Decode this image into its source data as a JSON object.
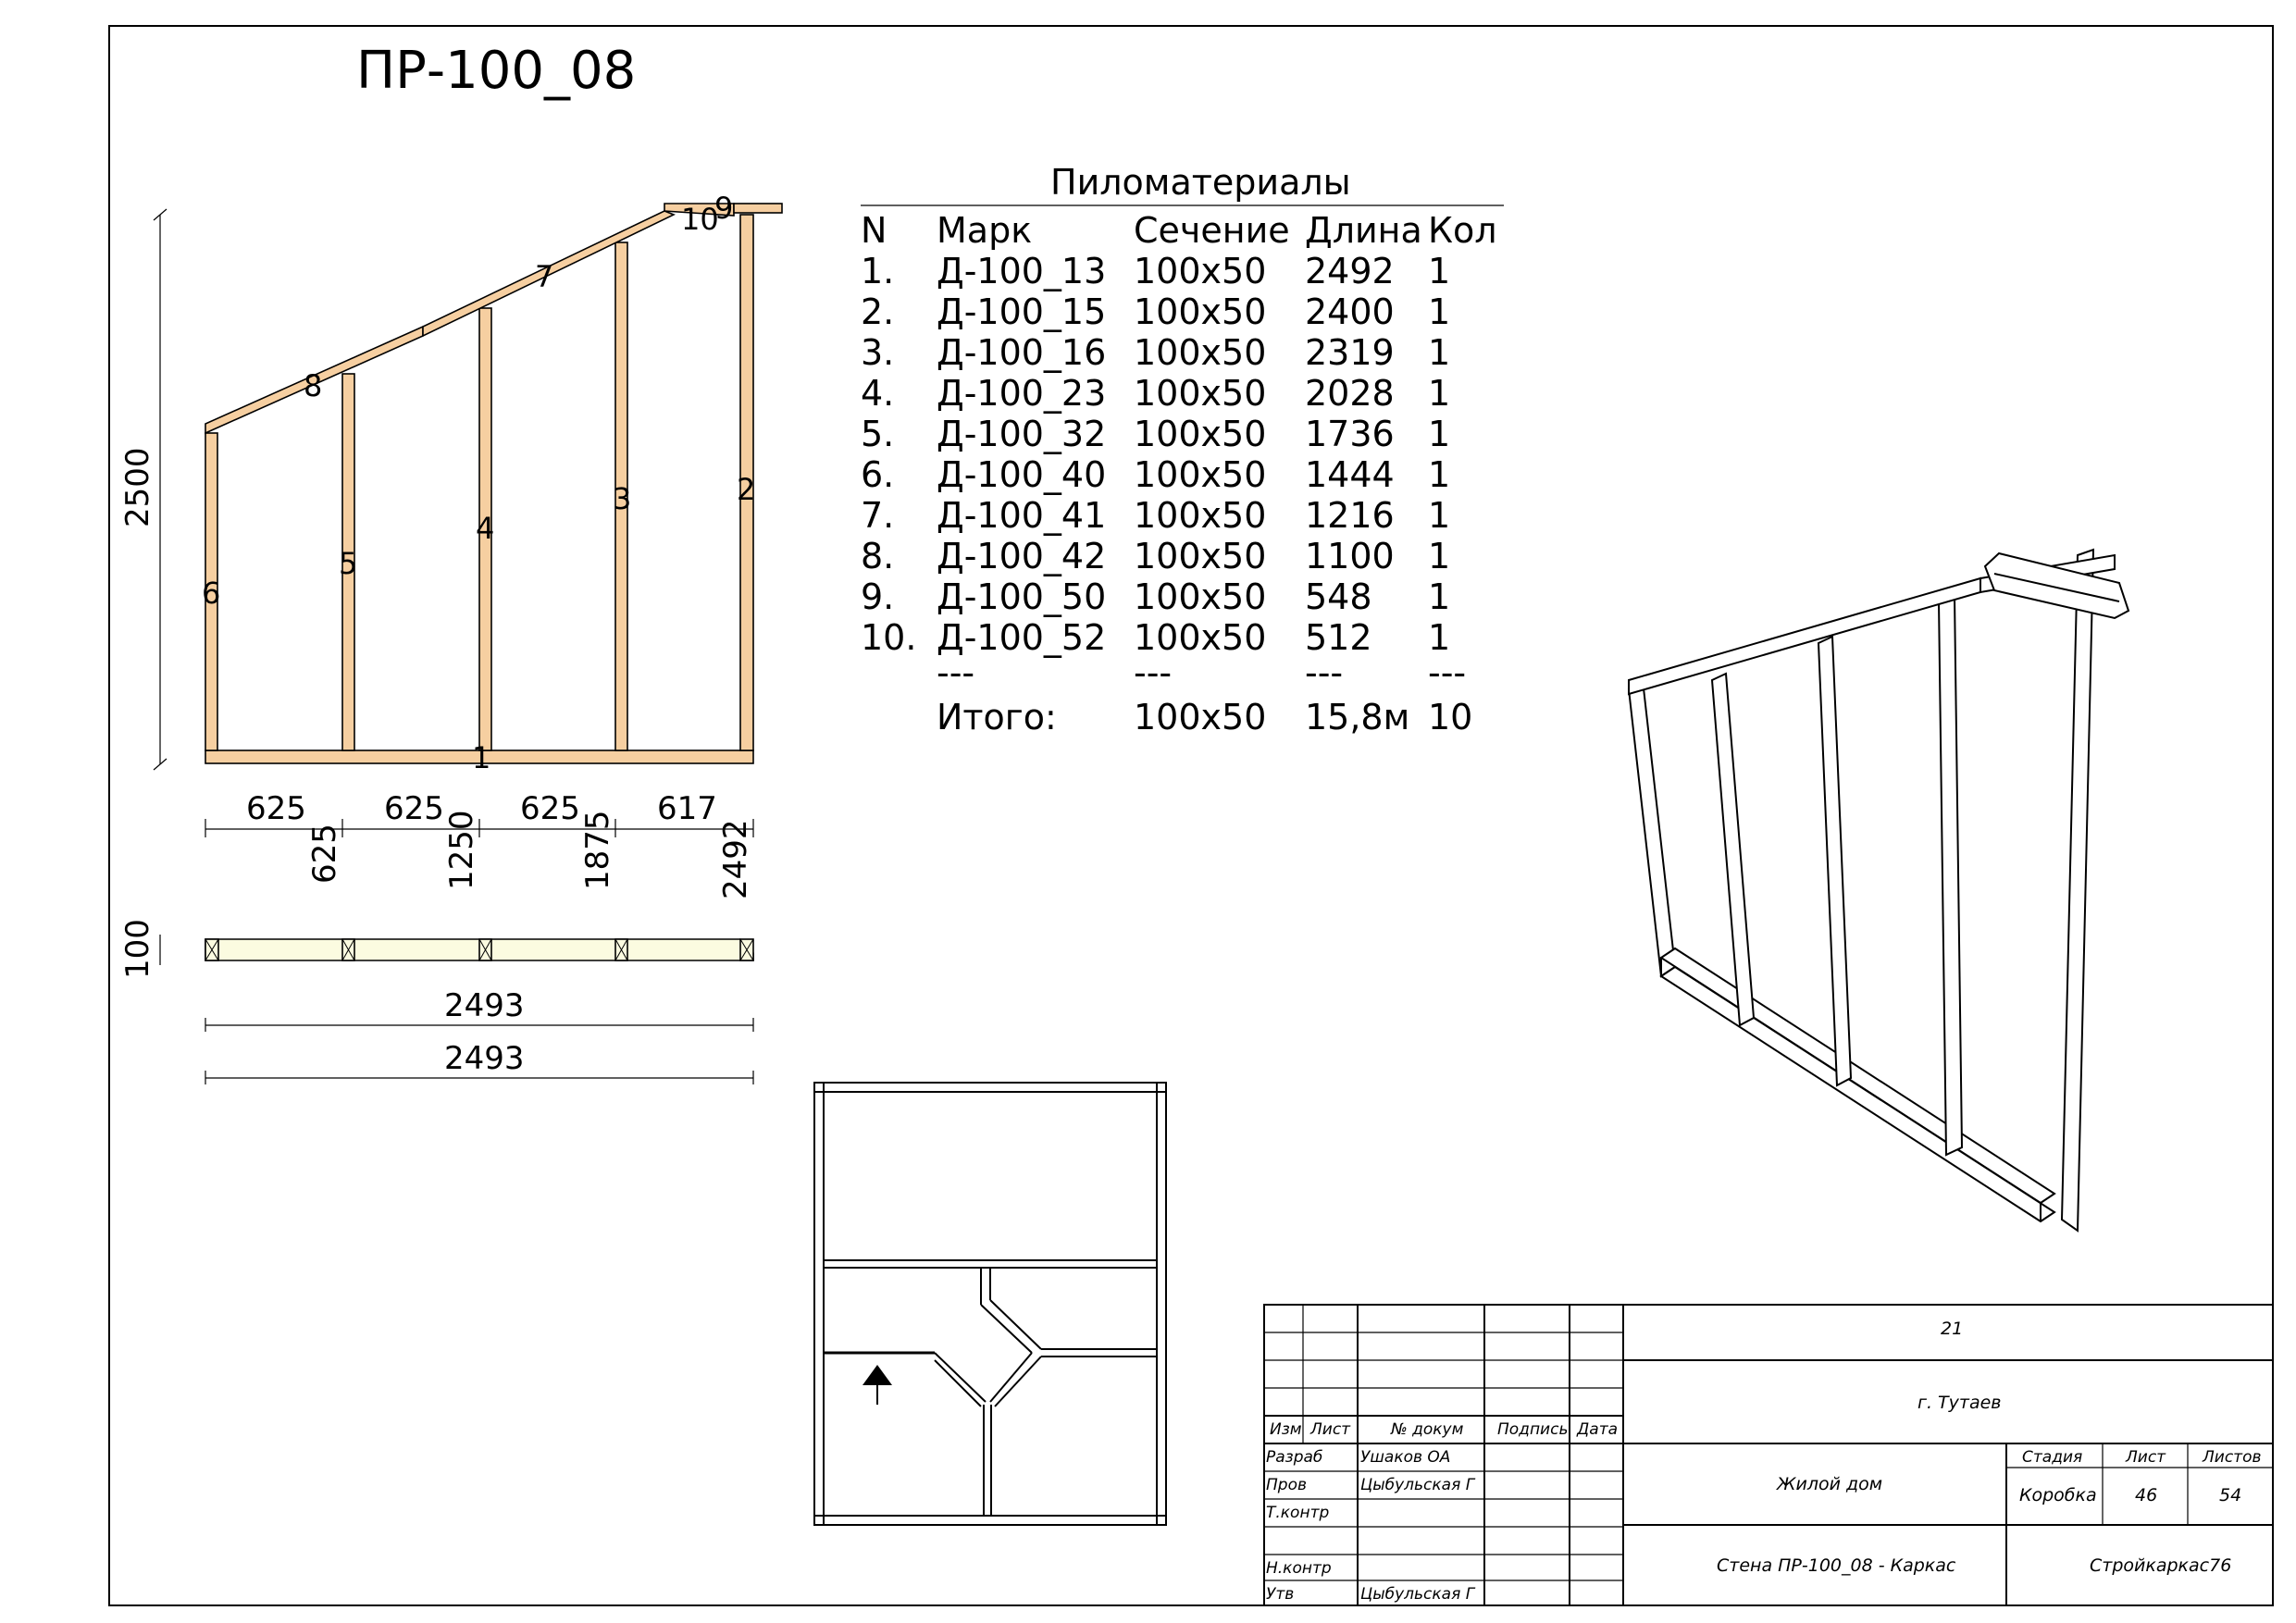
{
  "drawing_title": "ПР-100_08",
  "materials": {
    "title": "Пиломатериалы",
    "headers": [
      "N",
      "Марк",
      "Сечение",
      "Длина",
      "Кол"
    ],
    "rows": [
      [
        "1.",
        "Д-100_13",
        "100x50",
        "2492",
        "1"
      ],
      [
        "2.",
        "Д-100_15",
        "100x50",
        "2400",
        "1"
      ],
      [
        "3.",
        "Д-100_16",
        "100x50",
        "2319",
        "1"
      ],
      [
        "4.",
        "Д-100_23",
        "100x50",
        "2028",
        "1"
      ],
      [
        "5.",
        "Д-100_32",
        "100x50",
        "1736",
        "1"
      ],
      [
        "6.",
        "Д-100_40",
        "100x50",
        "1444",
        "1"
      ],
      [
        "7.",
        "Д-100_41",
        "100x50",
        "1216",
        "1"
      ],
      [
        "8.",
        "Д-100_42",
        "100x50",
        "1100",
        "1"
      ],
      [
        "9.",
        "Д-100_50",
        "100x50",
        "548",
        "1"
      ],
      [
        "10.",
        "Д-100_52",
        "100x50",
        "512",
        "1"
      ]
    ],
    "separator": [
      "---",
      "---",
      "---",
      "---"
    ],
    "total": [
      "Итого:",
      "100x50",
      "15,8м",
      "10"
    ]
  },
  "frame": {
    "height_dim": "2500",
    "member_labels": [
      "1",
      "2",
      "3",
      "4",
      "5",
      "6",
      "7",
      "8",
      "9",
      "10"
    ],
    "spacing_dims": [
      "625",
      "625",
      "625",
      "617"
    ],
    "cumulative_dims": [
      "625",
      "1250",
      "1875",
      "2492"
    ],
    "plank_height_dim": "100",
    "overall_dims": [
      "2493",
      "2493"
    ]
  },
  "title_block": {
    "doc_number": "21",
    "city": "г. Тутаев",
    "object": "Жилой дом",
    "sheet_name": "Стена ПР-100_08 - Каркас",
    "company": "Стройкаркас76",
    "col_headers": [
      "Изм",
      "Лист",
      "№ докум",
      "Подпись",
      "Дата"
    ],
    "roles": [
      {
        "role": "Разраб",
        "name": "Ушаков ОА"
      },
      {
        "role": "Пров",
        "name": "Цыбульская Г"
      },
      {
        "role": "Т.контр",
        "name": ""
      },
      {
        "role": "",
        "name": ""
      },
      {
        "role": "Н.контр",
        "name": ""
      },
      {
        "role": "Утв",
        "name": "Цыбульская Г"
      }
    ],
    "stage_label": "Стадия",
    "sheet_label": "Лист",
    "sheets_label": "Листов",
    "stage": "Коробка",
    "sheet": "46",
    "sheets": "54"
  }
}
